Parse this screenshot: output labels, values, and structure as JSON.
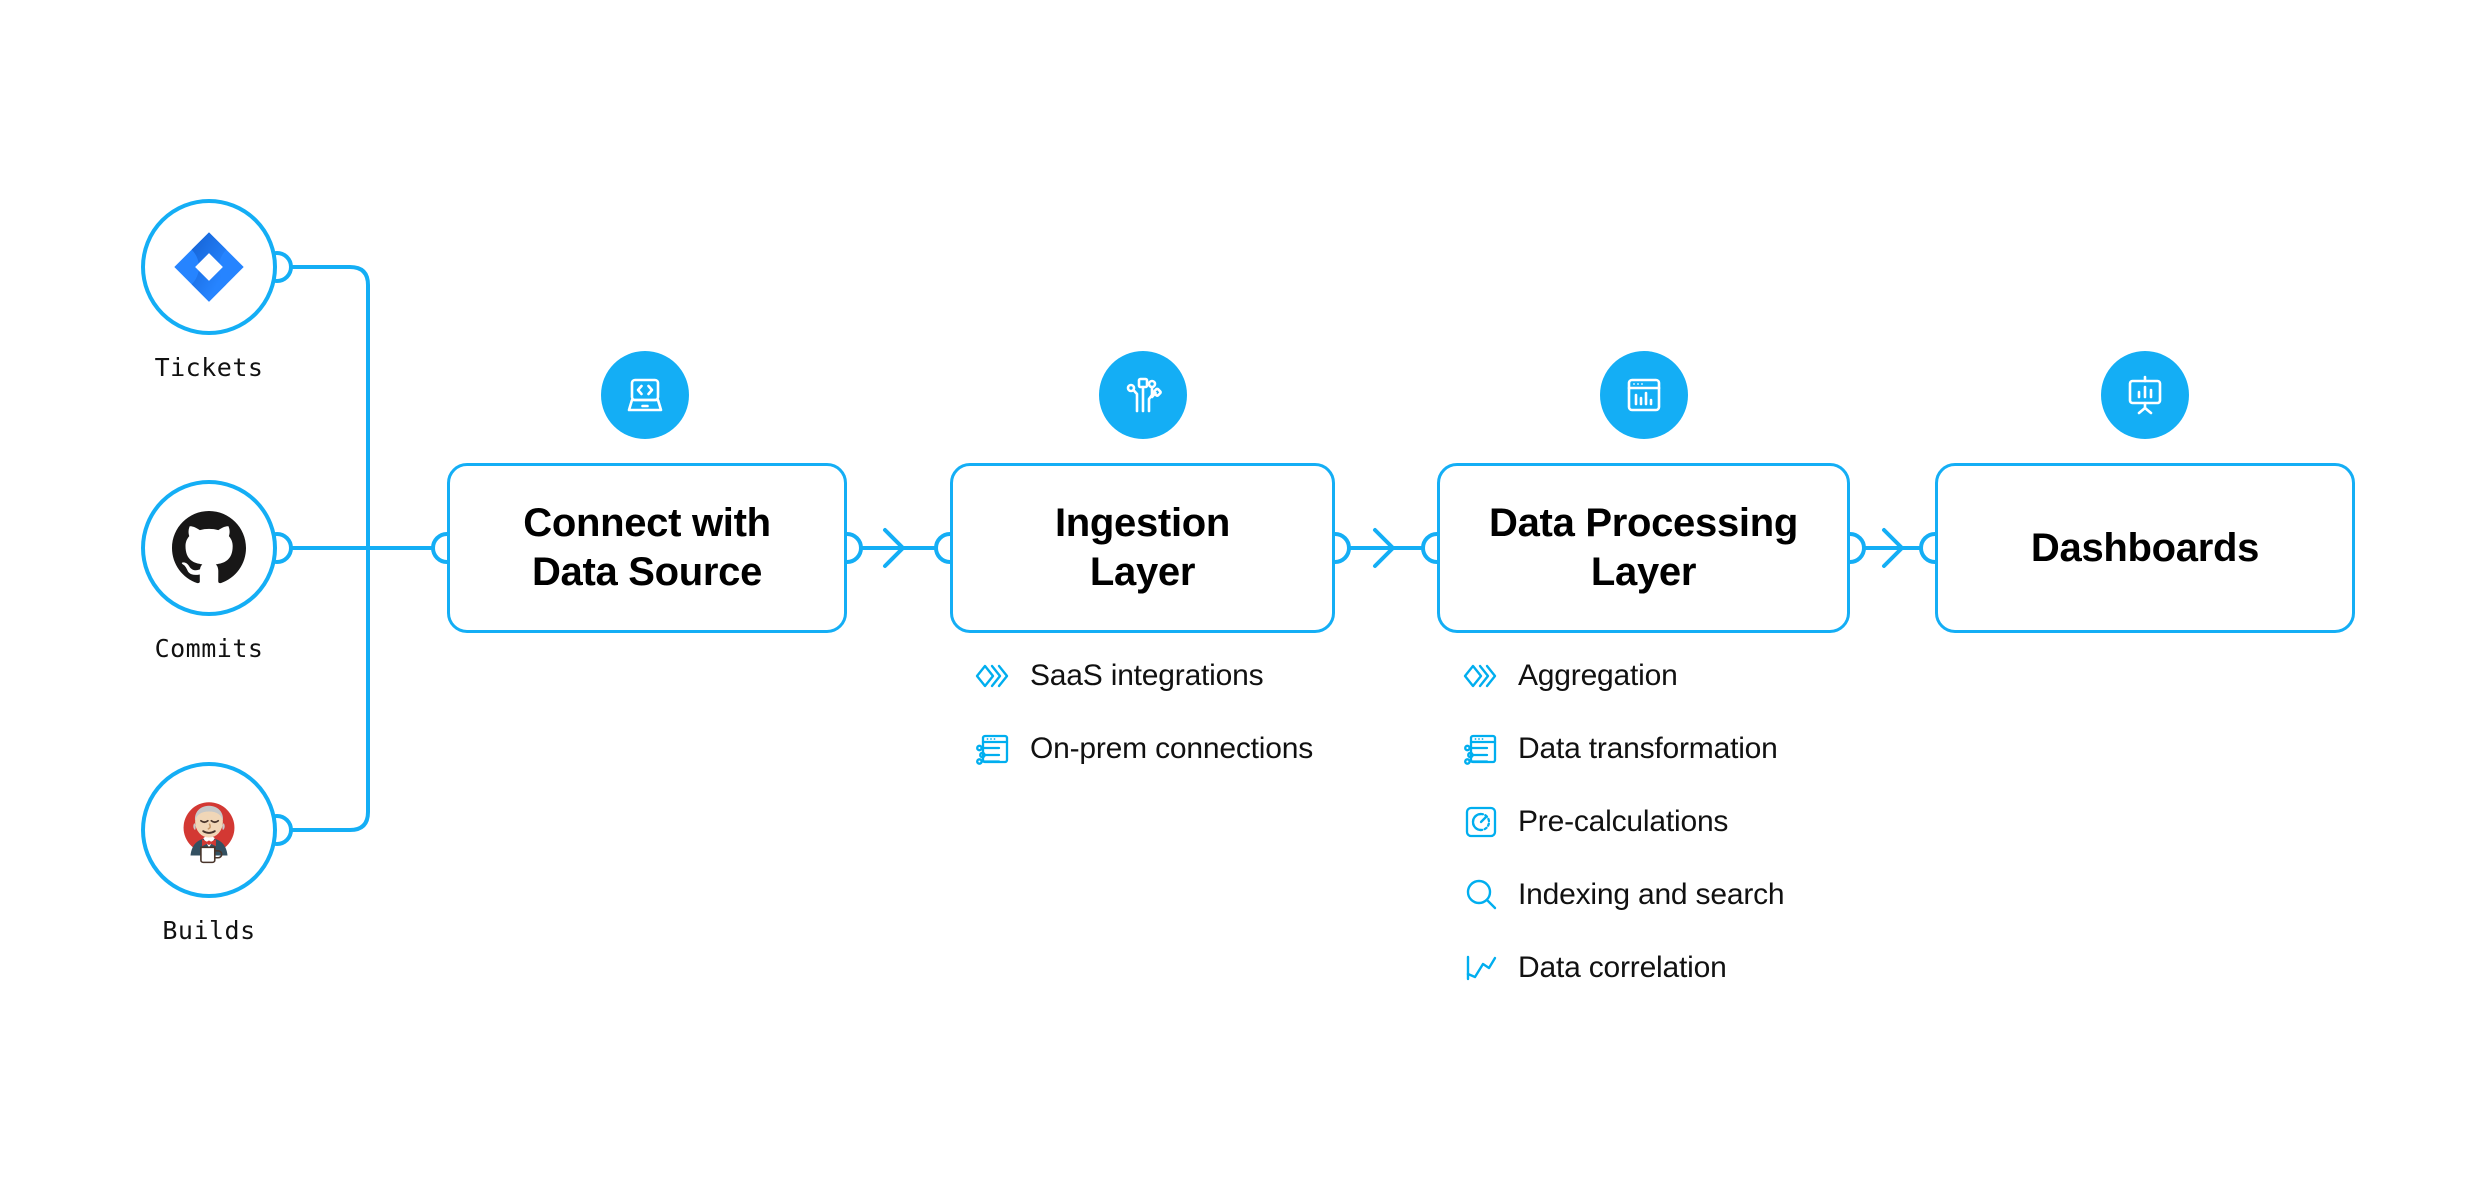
{
  "theme": {
    "accent": "#14AEF5",
    "background": "#FFFFFF",
    "text": "#111111",
    "jira_blue": "#2684FF",
    "jira_blue_dark": "#1868DB",
    "github_black": "#181717",
    "jenkins_red": "#D33833"
  },
  "sources": [
    {
      "label": "Tickets",
      "logo": "jira-logo",
      "icon_name": "jira-logo-icon"
    },
    {
      "label": "Commits",
      "logo": "github-logo",
      "icon_name": "github-logo-icon"
    },
    {
      "label": "Builds",
      "logo": "jenkins-logo",
      "icon_name": "jenkins-logo-icon"
    }
  ],
  "stages": [
    {
      "id": "connect-with-data-source",
      "title": "Connect with\nData Source",
      "title_lines": [
        "Connect with",
        "Data Source"
      ],
      "badge_icon": "laptop-code-icon",
      "features": []
    },
    {
      "id": "ingestion-layer",
      "title": "Ingestion\nLayer",
      "title_lines": [
        "Ingestion",
        "Layer"
      ],
      "badge_icon": "circuit-nodes-icon",
      "features": [
        {
          "label": "SaaS integrations",
          "icon": "stacked-diamonds-icon"
        },
        {
          "label": "On-prem connections",
          "icon": "browser-sliders-icon"
        }
      ]
    },
    {
      "id": "data-processing-layer",
      "title": "Data Processing\nLayer",
      "title_lines": [
        "Data Processing",
        "Layer"
      ],
      "badge_icon": "browser-barchart-icon",
      "features": [
        {
          "label": "Aggregation",
          "icon": "stacked-diamonds-icon"
        },
        {
          "label": "Data transformation",
          "icon": "browser-sliders-icon"
        },
        {
          "label": "Pre-calculations",
          "icon": "gauge-square-icon"
        },
        {
          "label": "Indexing and search",
          "icon": "magnifier-icon"
        },
        {
          "label": "Data correlation",
          "icon": "line-chart-icon"
        }
      ]
    },
    {
      "id": "dashboards",
      "title": "Dashboards",
      "title_lines": [
        "Dashboards"
      ],
      "badge_icon": "presentation-chart-icon",
      "features": []
    }
  ]
}
